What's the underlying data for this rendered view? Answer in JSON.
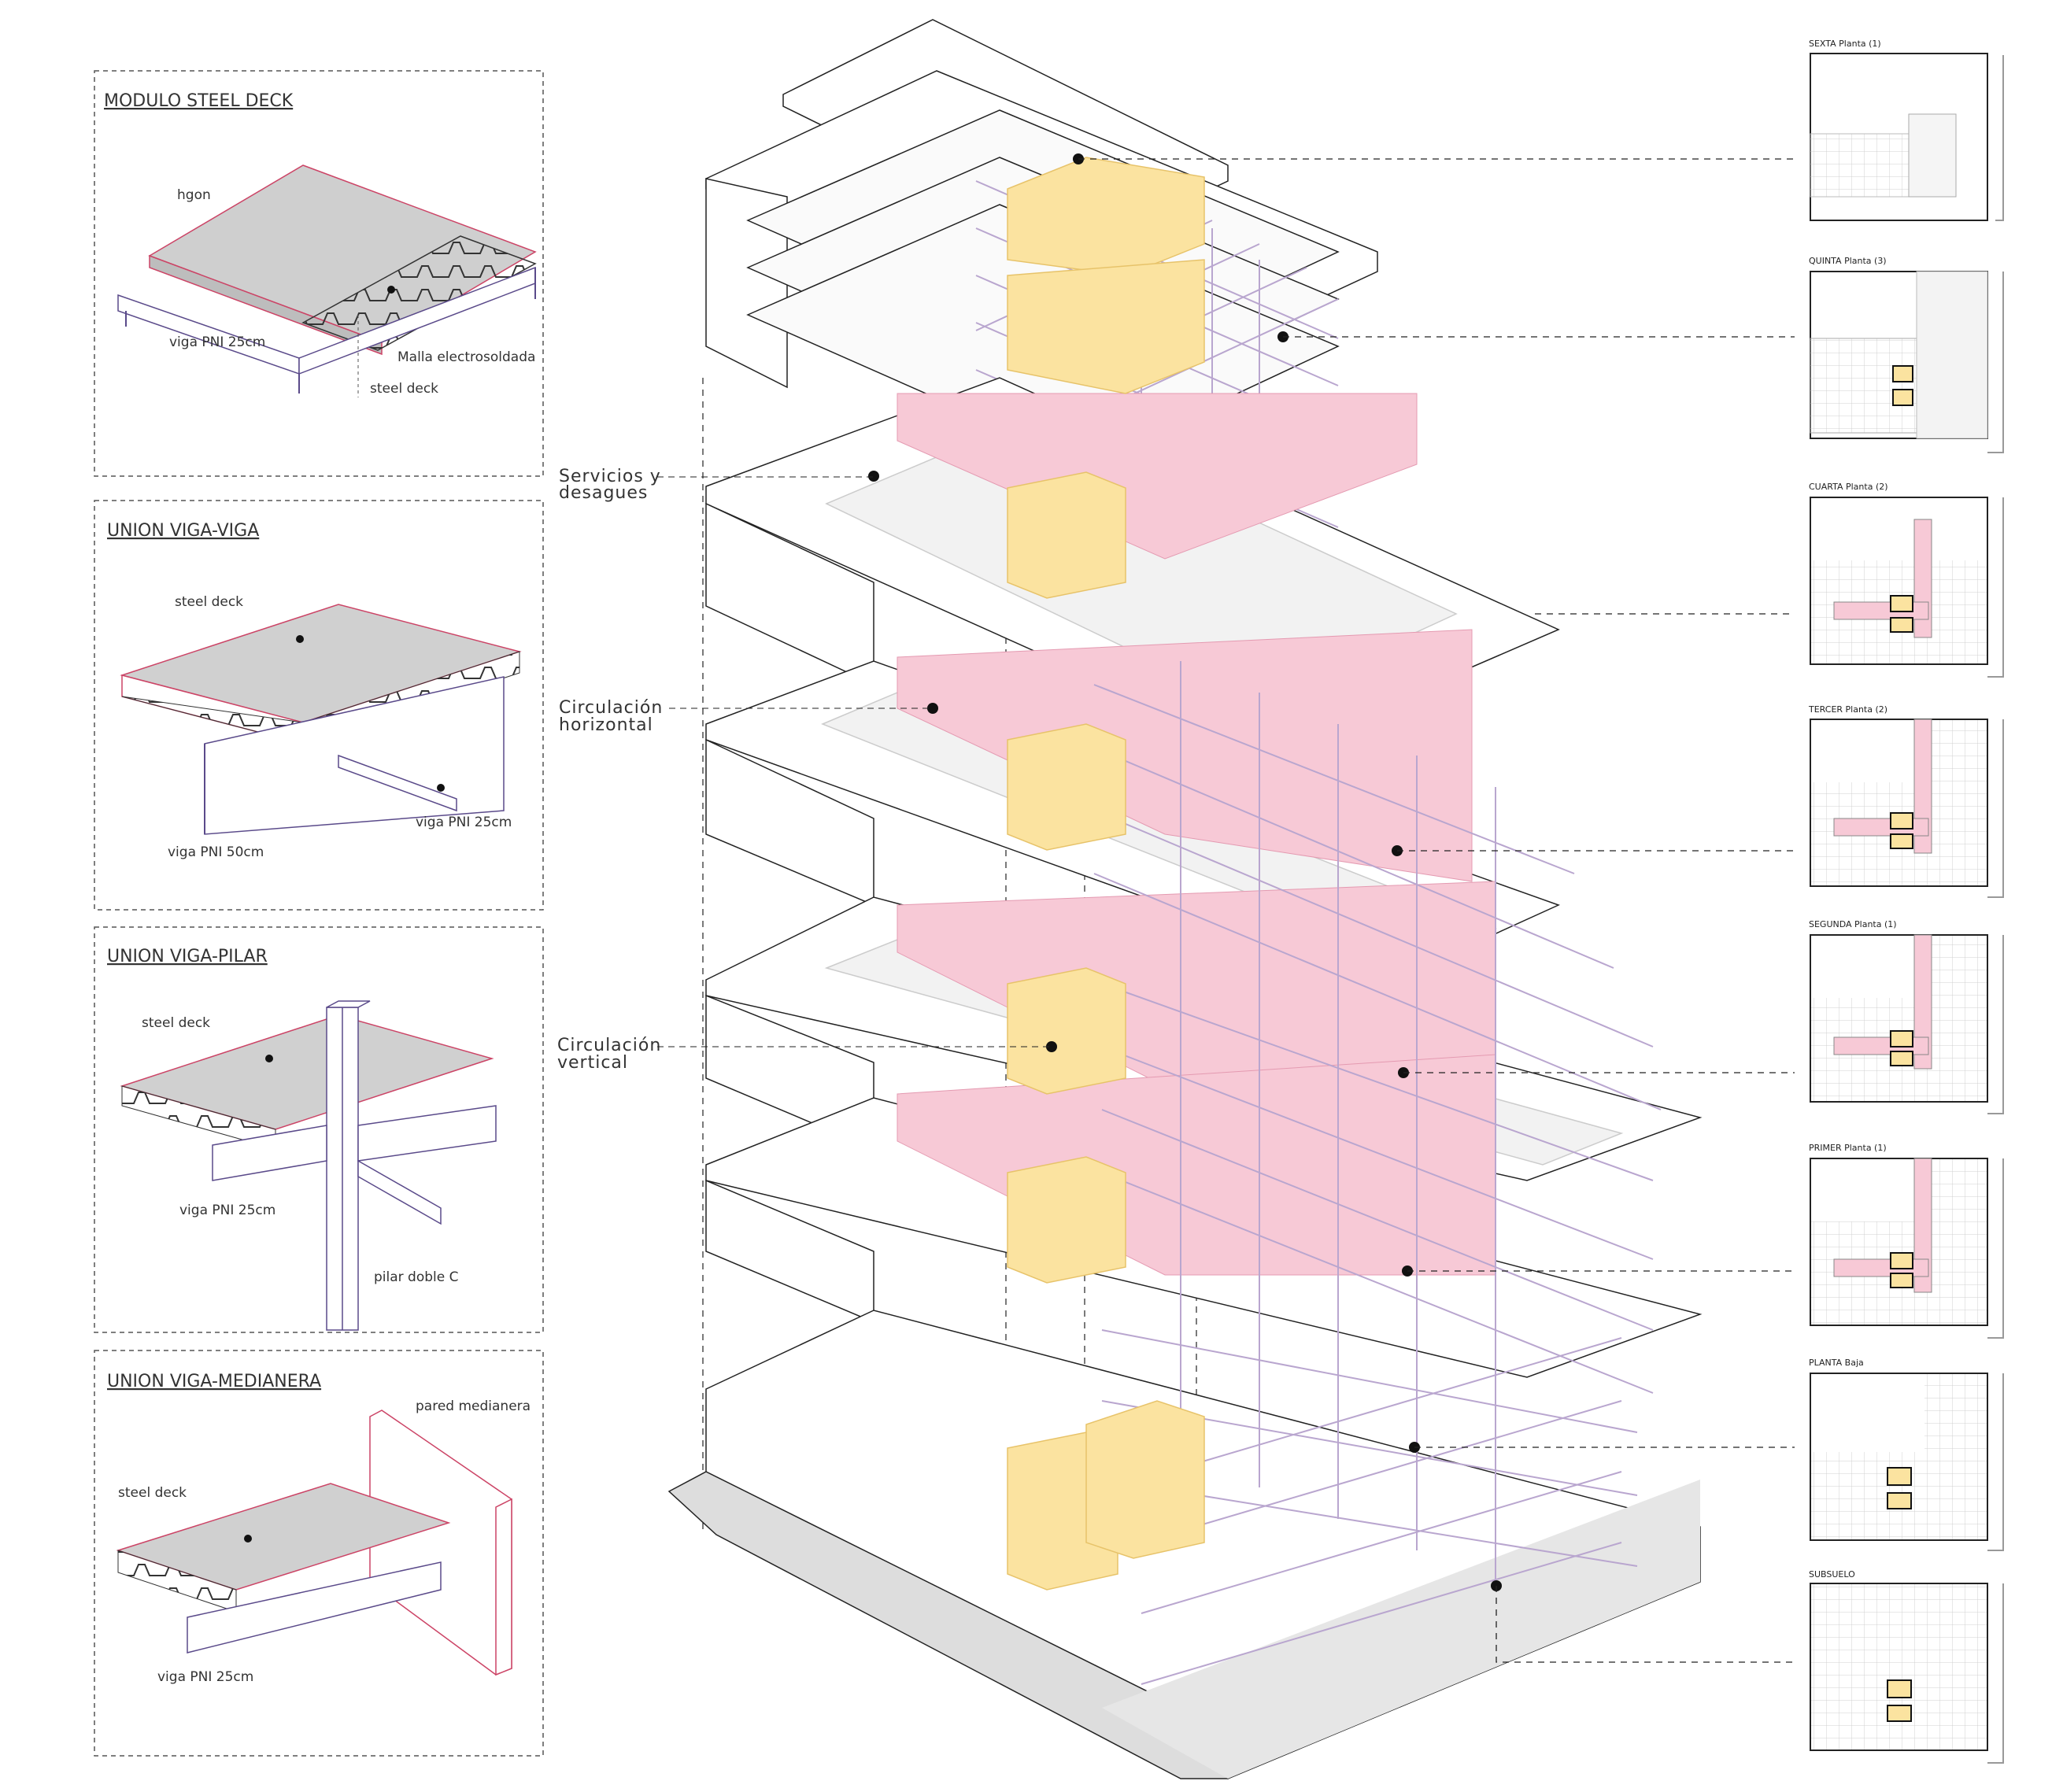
{
  "details": [
    {
      "title": "MODULO STEEL DECK",
      "labels": [
        "hgon",
        "viga PNI 25cm",
        "Malla electrosoldada",
        "steel deck"
      ]
    },
    {
      "title": "UNION VIGA-VIGA",
      "labels": [
        "steel deck",
        "viga PNI 25cm",
        "viga PNI 50cm"
      ]
    },
    {
      "title": "UNION VIGA-PILAR",
      "labels": [
        "steel deck",
        "viga PNI 25cm",
        "pilar doble C"
      ]
    },
    {
      "title": "UNION VIGA-MEDIANERA",
      "labels": [
        "pared medianera",
        "steel deck",
        "viga PNI 25cm"
      ]
    }
  ],
  "callouts": [
    {
      "line1": "Servicios y",
      "line2": "desagues"
    },
    {
      "line1": "Circulación",
      "line2": "horizontal"
    },
    {
      "line1": "Circulación",
      "line2": "vertical"
    }
  ],
  "plans": [
    "SEXTA Planta (1)",
    "QUINTA Planta (3)",
    "CUARTA Planta (2)",
    "TERCER Planta (2)",
    "SEGUNDA Planta (1)",
    "PRIMER Planta (1)",
    "PLANTA Baja",
    "SUBSUELO"
  ],
  "colors": {
    "pink": "#f7c9d6",
    "yellow": "#fbe3a0",
    "yellow_stroke": "#e7c36a",
    "structure": "#b9a6cf",
    "concrete": "#d8d8d8",
    "line": "#222222"
  }
}
